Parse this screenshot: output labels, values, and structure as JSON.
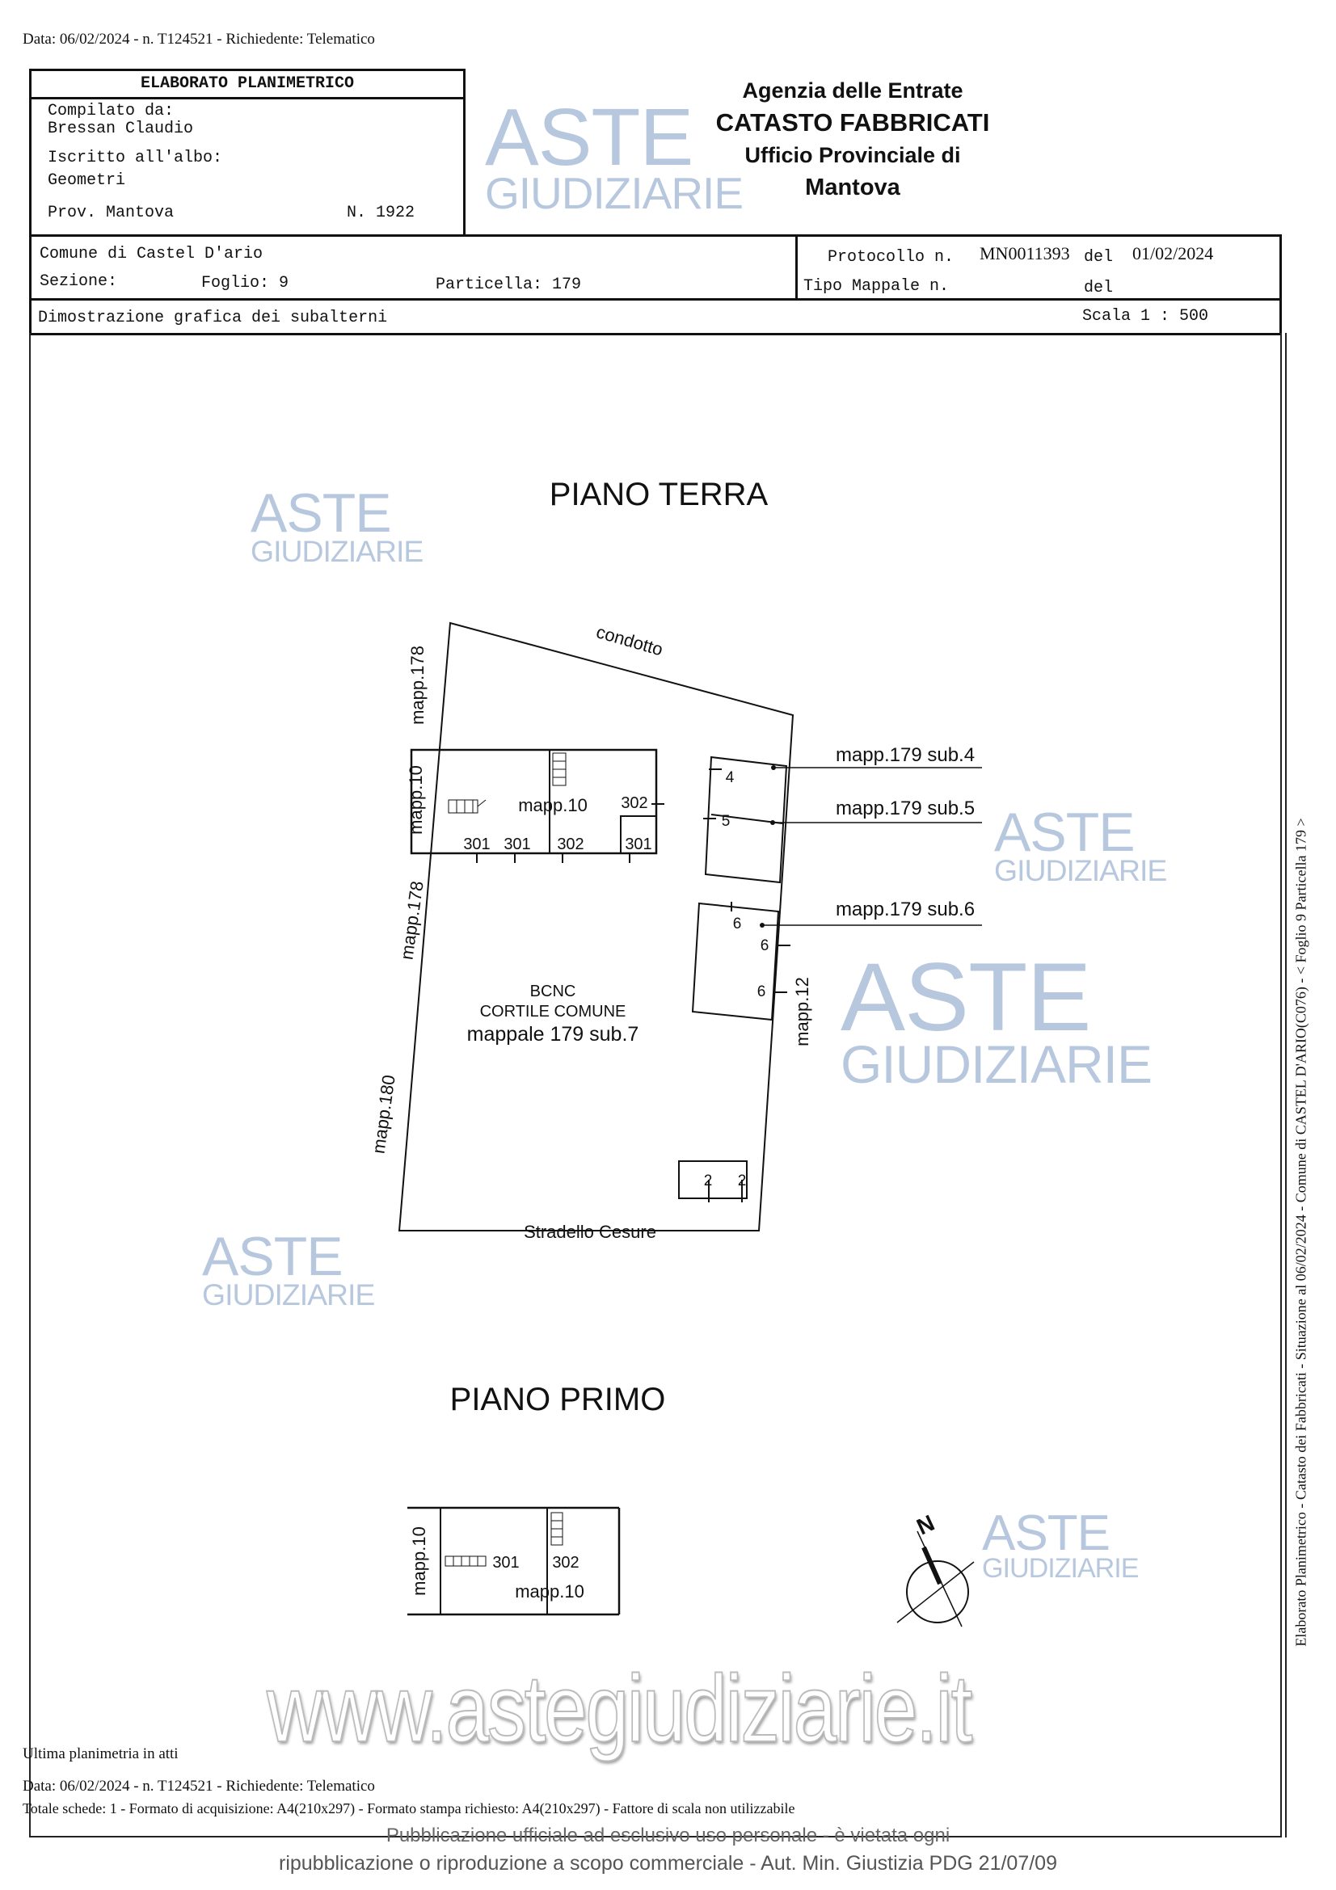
{
  "header_line": "Data: 06/02/2024 - n. T124521 - Richiedente: Telematico",
  "title_box": {
    "title": "ELABORATO PLANIMETRICO",
    "compiled_by_label": "Compilato da:",
    "compiled_by": "Bressan Claudio",
    "registered_label": "Iscritto all'albo:",
    "registered": "Geometri",
    "province": "Prov. Mantova",
    "number": "N. 1922"
  },
  "agency": {
    "line1": "Agenzia delle Entrate",
    "line2": "CATASTO FABBRICATI",
    "line3": "Ufficio Provinciale di",
    "line4": "Mantova"
  },
  "info": {
    "comune": "Comune di Castel D'ario",
    "sezione": "Sezione:",
    "foglio": "Foglio: 9",
    "particella": "Particella: 179",
    "protocollo_label": "Protocollo n.",
    "protocollo": "MN0011393",
    "del_label": "del",
    "protocollo_date": "01/02/2024",
    "tipo_mappale": "Tipo Mappale n.",
    "del_label2": "del",
    "description": "Dimostrazione grafica dei subalterni",
    "scale": "Scala 1 : 500"
  },
  "ground_floor": {
    "title": "PIANO TERRA",
    "condotto": "condotto",
    "mapp178_top": "mapp.178",
    "mapp10_left": "mapp.10",
    "mapp178_bottom": "mapp.178",
    "mapp180": "mapp.180",
    "mapp12": "mapp.12",
    "building_label": "mapp.10",
    "sub302_right": "302",
    "subs_bottom": [
      "301",
      "301",
      "302",
      "301"
    ],
    "sub4_num": "4",
    "sub5_num": "5",
    "sub4_label": "mapp.179 sub.4",
    "sub5_label": "mapp.179 sub.5",
    "sub6_label": "mapp.179 sub.6",
    "sub6_nums": [
      "6",
      "6",
      "6"
    ],
    "sub2_nums": [
      "2",
      "2"
    ],
    "bcnc": "BCNC",
    "cortile": "CORTILE COMUNE",
    "mappale_sub7": "mappale 179 sub.7",
    "street": "Stradello Cesure"
  },
  "first_floor": {
    "title": "PIANO PRIMO",
    "mapp10_left": "mapp.10",
    "sub301": "301",
    "sub302": "302",
    "building_label": "mapp.10"
  },
  "compass": {
    "north_letter": "N"
  },
  "side_text": "Elaborato Planimetrico - Catasto dei Fabbricati - Situazione al 06/02/2024 - Comune di CASTEL D'ARIO(C076) - < Foglio 9 Particella 179 >",
  "footer": {
    "last_plan": "Ultima planimetria in atti",
    "data_line": "Data: 06/02/2024 - n. T124521 - Richiedente: Telematico",
    "totale": "Totale schede: 1 - Formato di acquisizione: A4(210x297) - Formato stampa richiesto: A4(210x297) - Fattore di scala non utilizzabile",
    "overlay_notice_1": "Pubblicazione ufficiale ad esclusivo uso personale - è vietata ogni",
    "overlay_notice_2": "ripubblicazione o riproduzione a scopo commerciale - Aut. Min. Giustizia PDG 21/07/09"
  },
  "watermark": {
    "line1": "ASTE",
    "line2": "GIUDIZIARIE",
    "url": "www.astegiudiziarie.it",
    "color": "#9fb6d4"
  }
}
